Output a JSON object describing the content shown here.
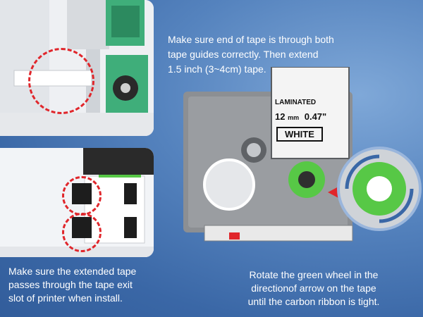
{
  "instructions": {
    "top": [
      "Make sure end of tape is through both",
      "tape guides correctly. Then extend",
      "1.5 inch (3~4cm) tape."
    ],
    "bottom_left": [
      "Make sure the extended tape",
      "passes through the tape exit",
      "slot of printer when install."
    ],
    "bottom_right": [
      "Rotate the green wheel in the",
      "directionof arrow on the tape",
      "until the carbon ribbon is tight."
    ]
  },
  "cassette_label": {
    "laminated": "LAMINATED",
    "size_mm": "12",
    "mm_unit": "mm",
    "size_in": "0.47\"",
    "color": "WHITE"
  },
  "colors": {
    "accent_red": "#e0262b",
    "wheel_green": "#57c846",
    "cassette_gray": "#8c8f93"
  }
}
